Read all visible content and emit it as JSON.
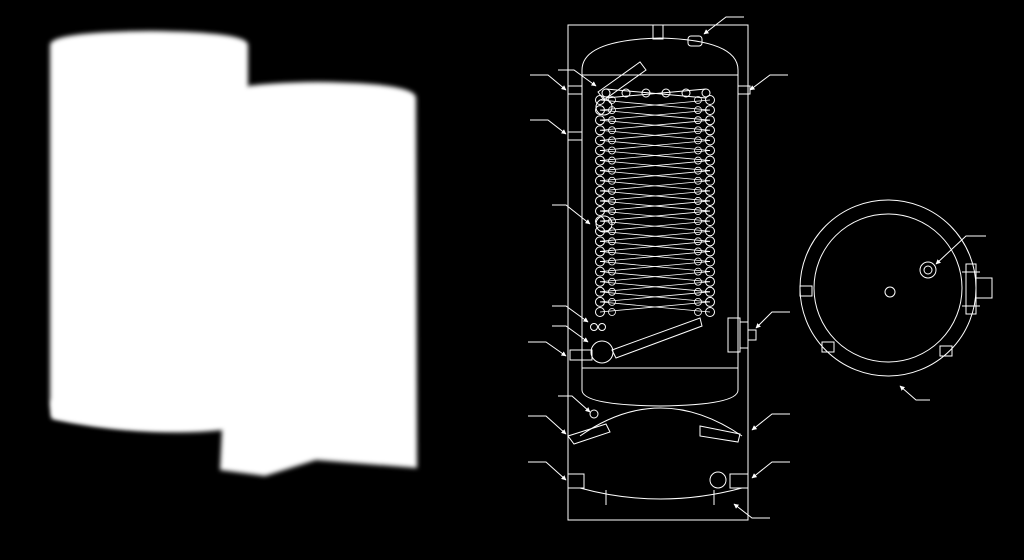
{
  "colors": {
    "background": "#000000",
    "silhouette_fill": "#ffffff",
    "line": "#ffffff"
  },
  "figure": {
    "left": {
      "subject": "two-cylinder-tank-silhouette"
    },
    "center": {
      "subject": "tank-side-section",
      "coil_turns": 22,
      "callout_count": 16
    },
    "right": {
      "subject": "tank-top-view",
      "callout_count": 2
    }
  }
}
